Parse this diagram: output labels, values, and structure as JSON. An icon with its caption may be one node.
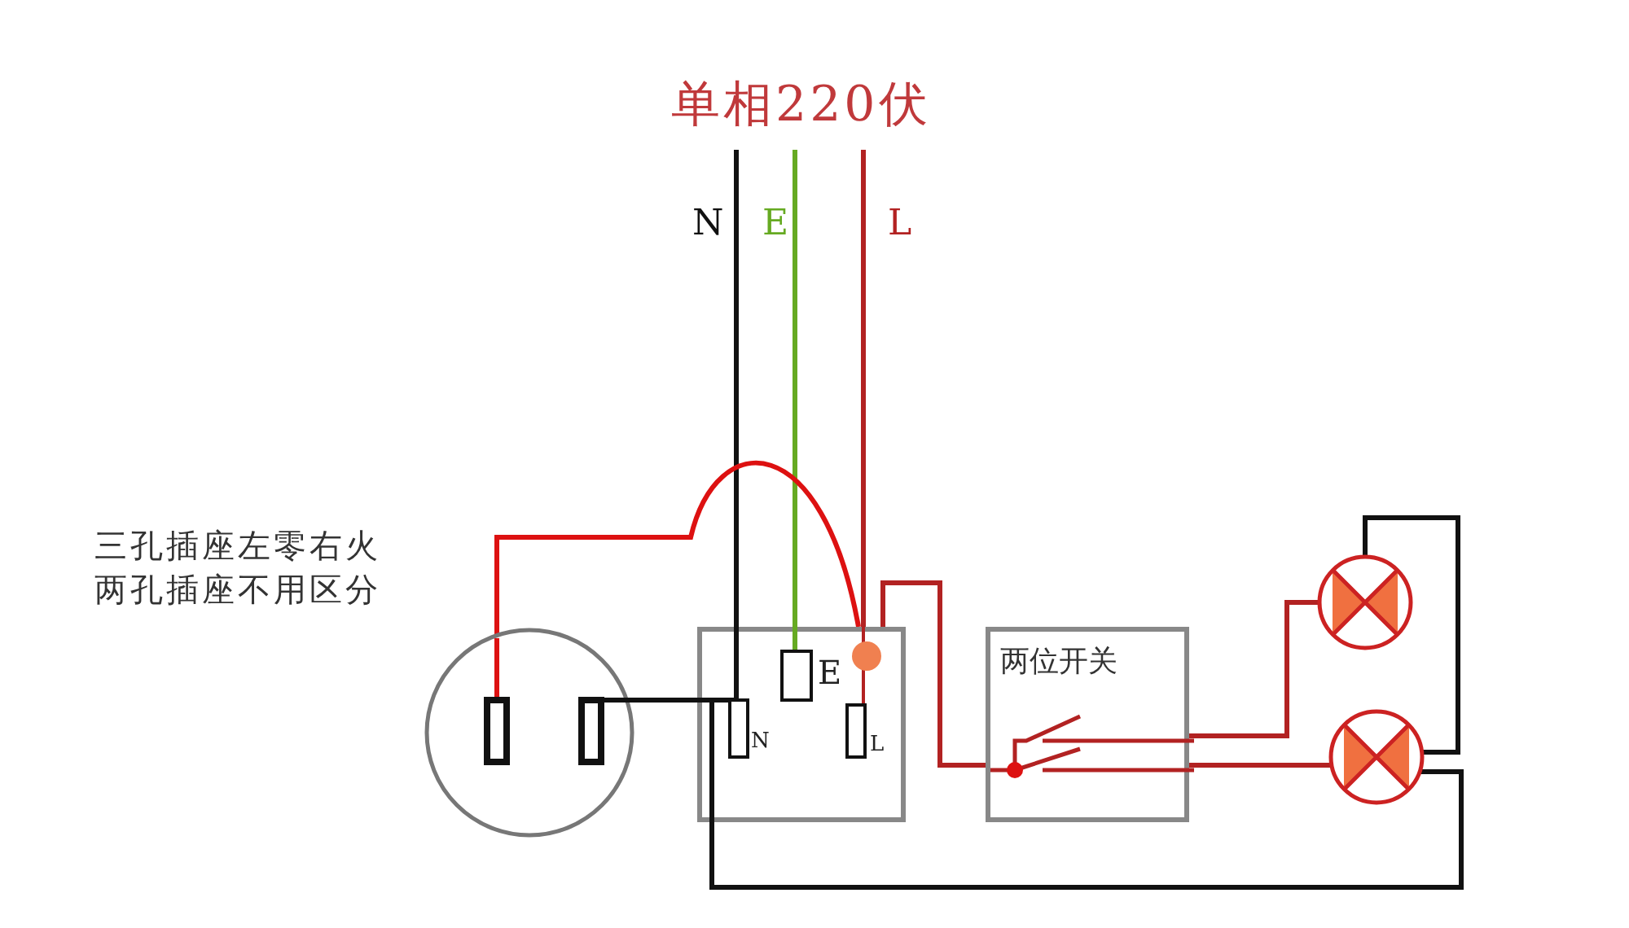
{
  "diagram": {
    "title": "单相220伏",
    "nodes": [
      {
        "text": [],
        "shape": "circle"
      },
      {
        "text": [],
        "shape": "box"
      },
      {
        "text": [
          "两位开关"
        ]
      },
      {
        "text": [],
        "shape": "circle"
      },
      {
        "text": [],
        "shape": "circle"
      }
    ],
    "edges": [
      {
        "from": null,
        "to": 1,
        "arrow": "none",
        "label": "N",
        "color": "#111111"
      },
      {
        "from": null,
        "to": 1,
        "arrow": "none",
        "label": "E",
        "color": "#66aa22"
      },
      {
        "from": null,
        "to": 1,
        "arrow": "none",
        "label": "L",
        "color": "#b22222"
      },
      {
        "from": 0,
        "to": 1,
        "arrow": "none",
        "color": "#dd1111"
      },
      {
        "from": 0,
        "to": 1,
        "arrow": "none",
        "color": "#111111"
      },
      {
        "from": 1,
        "to": 2,
        "arrow": "none",
        "color": "#b22222"
      },
      {
        "from": 2,
        "to": 3,
        "arrow": "none",
        "color": "#b22222"
      },
      {
        "from": 2,
        "to": 4,
        "arrow": "none",
        "color": "#b22222"
      },
      {
        "from": 3,
        "to": 4,
        "arrow": "none",
        "color": "#111111"
      },
      {
        "from": 4,
        "to": 1,
        "arrow": "none",
        "color": "#111111"
      }
    ],
    "labels": [
      "三孔插座左零右火",
      "两孔插座不用区分",
      "E",
      "N",
      "L"
    ]
  }
}
